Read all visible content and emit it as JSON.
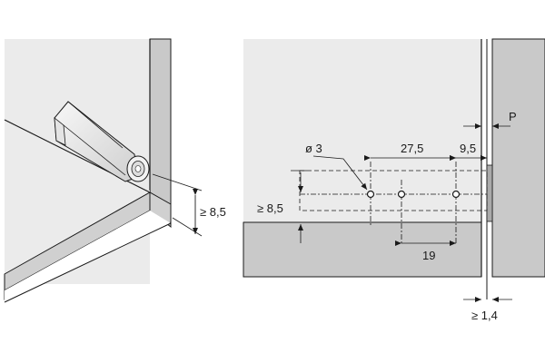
{
  "colors": {
    "background": "#ffffff",
    "panel_fill": "#ebebeb",
    "panel_dark": "#c9c9c9",
    "line": "#1a1a1a"
  },
  "left_view": {
    "dimension_min_height": "≥ 8,5"
  },
  "right_view": {
    "hole_diameter": "ø 3",
    "spacing_27_5": "27,5",
    "spacing_9_5": "9,5",
    "label_p": "P",
    "height_8_5": "≥ 8,5",
    "spacing_19": "19",
    "gap_1_4": "≥ 1,4"
  }
}
